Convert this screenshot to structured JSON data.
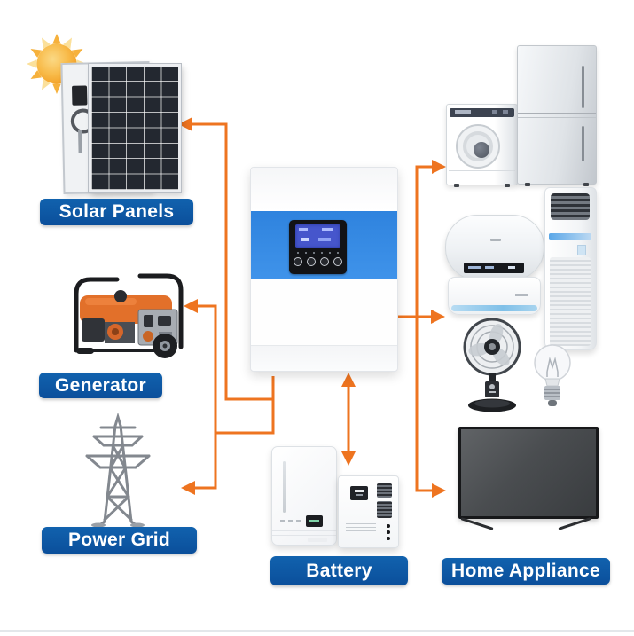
{
  "labels": {
    "solar_panels": "Solar Panels",
    "generator": "Generator",
    "power_grid": "Power Grid",
    "battery": "Battery",
    "home_appliance": "Home Appliance"
  },
  "colors": {
    "label_background": "#0d57a4",
    "label_text": "#ffffff",
    "connector_orange": "#ee7420",
    "inverter_band_blue": "#3a8ee6",
    "inverter_lcd_blue": "#4656cc",
    "page_background": "#ffffff"
  },
  "devices": [
    "sun",
    "solar-panel-array",
    "portable-generator",
    "power-transmission-tower",
    "hybrid-solar-inverter",
    "washing-machine",
    "refrigerator",
    "water-heater",
    "wall-air-conditioner",
    "floor-standing-air-conditioner",
    "pedestal-fan",
    "light-bulb",
    "television",
    "wall-battery-large",
    "wall-battery-small"
  ],
  "connections": [
    {
      "from": "inverter",
      "to": "solar-panels",
      "arrow": "towards-solar-panels"
    },
    {
      "from": "inverter",
      "to": "generator",
      "arrow": "towards-generator"
    },
    {
      "from": "inverter",
      "to": "power-grid",
      "arrow": "towards-power-grid"
    },
    {
      "from": "inverter",
      "to": "battery",
      "arrow": "bidirectional"
    },
    {
      "from": "inverter",
      "to": "home-appliances",
      "arrow": "towards-appliances-top-middle-bottom"
    }
  ]
}
